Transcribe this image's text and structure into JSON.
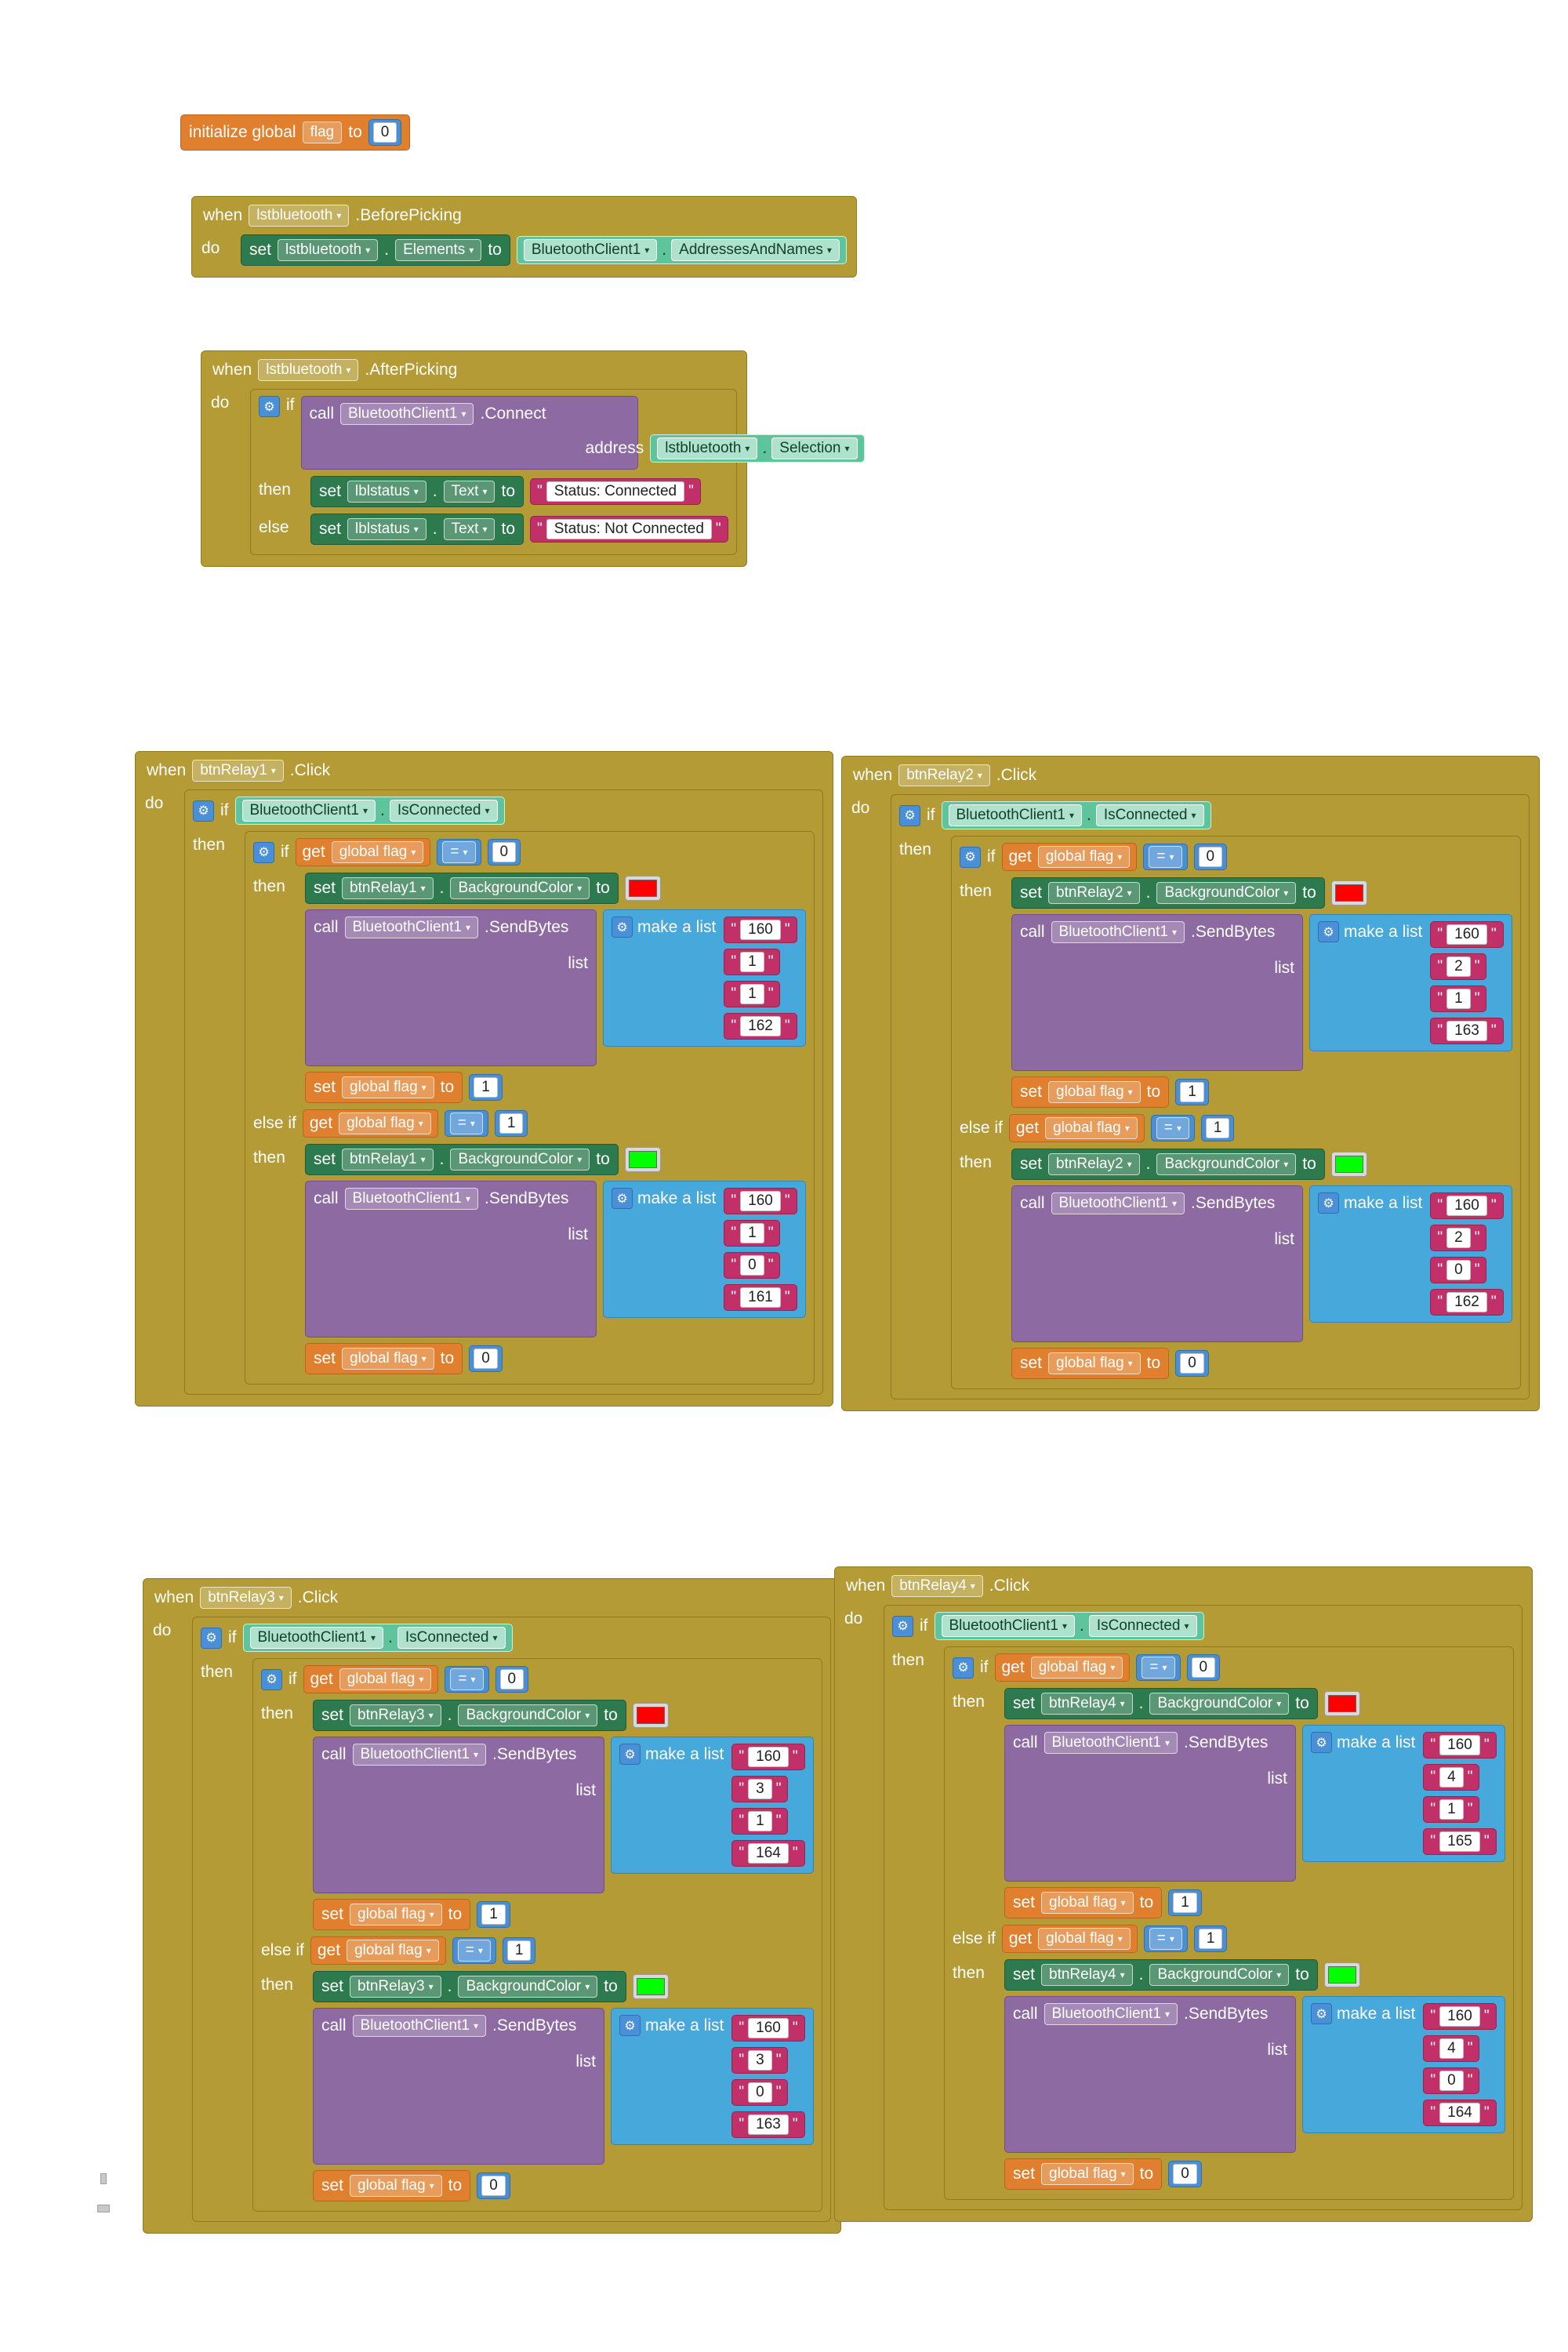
{
  "icons": {
    "dropdown": "▾",
    "gear": "⚙",
    "quote": "\""
  },
  "kw": {
    "when": "when",
    "do": "do",
    "if": "if",
    "then": "then",
    "else": "else",
    "else_if": "else if",
    "set": "set",
    "to": "to",
    "call": "call",
    "get": "get",
    "list": "list",
    "make_a_list": "make a list",
    "address": "address",
    "dot": ".",
    "eq": "="
  },
  "init": {
    "kw": "initialize global",
    "name": "flag",
    "value": "0"
  },
  "before": {
    "component": "lstbluetooth",
    "event": ".BeforePicking",
    "target_component": "lstbluetooth",
    "target_property": "Elements",
    "value_component": "BluetoothClient1",
    "value_property": "AddressesAndNames"
  },
  "after": {
    "component": "lstbluetooth",
    "event": ".AfterPicking",
    "call_component": "BluetoothClient1",
    "call_method": ".Connect",
    "arg_component": "lstbluetooth",
    "arg_property": "Selection",
    "status_component": "lblstatus",
    "status_property": "Text",
    "connected_text": "Status: Connected",
    "not_connected_text": "Status: Not Connected"
  },
  "common": {
    "client": "BluetoothClient1",
    "is_connected": "IsConnected",
    "bg_property": "BackgroundColor",
    "send_method": ".SendBytes",
    "click_event": ".Click",
    "flag_var": "global flag"
  },
  "relays": [
    {
      "btn": "btnRelay1",
      "on_test": "0",
      "on_color": "#ff0000",
      "on_bytes": [
        "160",
        "1",
        "1",
        "162"
      ],
      "on_setflag": "1",
      "off_test": "1",
      "off_color": "#00ff00",
      "off_bytes": [
        "160",
        "1",
        "0",
        "161"
      ],
      "off_setflag": "0"
    },
    {
      "btn": "btnRelay2",
      "on_test": "0",
      "on_color": "#ff0000",
      "on_bytes": [
        "160",
        "2",
        "1",
        "163"
      ],
      "on_setflag": "1",
      "off_test": "1",
      "off_color": "#00ff00",
      "off_bytes": [
        "160",
        "2",
        "0",
        "162"
      ],
      "off_setflag": "0"
    },
    {
      "btn": "btnRelay3",
      "on_test": "0",
      "on_color": "#ff0000",
      "on_bytes": [
        "160",
        "3",
        "1",
        "164"
      ],
      "on_setflag": "1",
      "off_test": "1",
      "off_color": "#00ff00",
      "off_bytes": [
        "160",
        "3",
        "0",
        "163"
      ],
      "off_setflag": "0"
    },
    {
      "btn": "btnRelay4",
      "on_test": "0",
      "on_color": "#ff0000",
      "on_bytes": [
        "160",
        "4",
        "1",
        "165"
      ],
      "on_setflag": "1",
      "off_test": "1",
      "off_color": "#00ff00",
      "off_bytes": [
        "160",
        "4",
        "0",
        "164"
      ],
      "off_setflag": "0"
    }
  ]
}
